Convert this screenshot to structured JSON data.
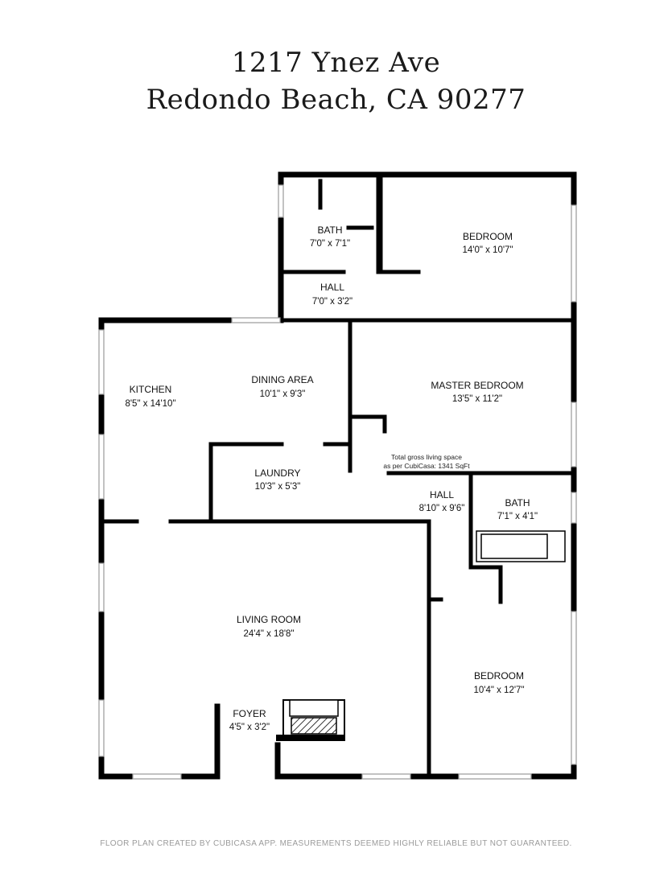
{
  "header": {
    "address_line1": "1217 Ynez Ave",
    "address_line2": "Redondo Beach, CA  90277"
  },
  "rooms": {
    "bath_upper": {
      "name": "BATH",
      "dims": "7'0\" x 7'1\""
    },
    "bedroom_upper": {
      "name": "BEDROOM",
      "dims": "14'0\" x 10'7\""
    },
    "hall_upper": {
      "name": "HALL",
      "dims": "7'0\" x 3'2\""
    },
    "kitchen": {
      "name": "KITCHEN",
      "dims": "8'5\" x 14'10\""
    },
    "dining": {
      "name": "DINING AREA",
      "dims": "10'1\" x 9'3\""
    },
    "master": {
      "name": "MASTER BEDROOM",
      "dims": "13'5\" x 11'2\""
    },
    "laundry": {
      "name": "LAUNDRY",
      "dims": "10'3\" x 5'3\""
    },
    "hall_lower": {
      "name": "HALL",
      "dims": "8'10\" x 9'6\""
    },
    "bath_lower": {
      "name": "BATH",
      "dims": "7'1\" x 4'1\""
    },
    "living": {
      "name": "LIVING ROOM",
      "dims": "24'4\" x 18'8\""
    },
    "bedroom_lower": {
      "name": "BEDROOM",
      "dims": "10'4\" x 12'7\""
    },
    "foyer": {
      "name": "FOYER",
      "dims": "4'5\" x 3'2\""
    }
  },
  "gross_area_note": {
    "line1": "Total gross living space",
    "line2": "as per CubiCasa: 1341 SqFt"
  },
  "footer": {
    "disclaimer": "FLOOR PLAN CREATED BY CUBICASA APP. MEASUREMENTS DEEMED HIGHLY RELIABLE BUT NOT GUARANTEED."
  },
  "colors": {
    "wall": "#000000",
    "window": "#9a9a9a",
    "footer_text": "#9a9a9a"
  }
}
